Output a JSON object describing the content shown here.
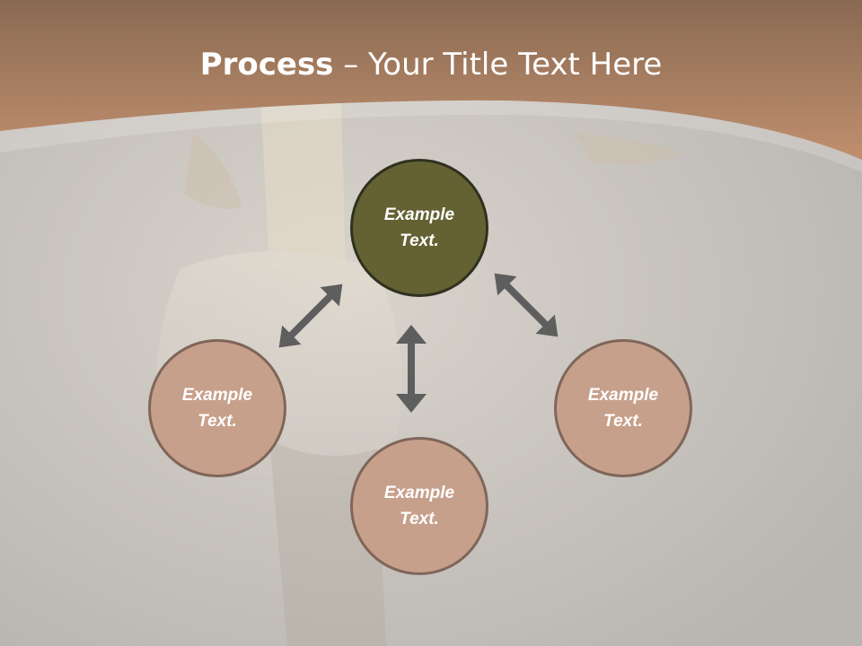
{
  "title": {
    "bold": "Process",
    "rest": " – Your Title Text Here"
  },
  "nodes": {
    "center": {
      "label": "Example Text.",
      "color": "#646232"
    },
    "left": {
      "label": "Example Text.",
      "color": "#c7a08b"
    },
    "bottom": {
      "label": "Example Text.",
      "color": "#c7a08b"
    },
    "right": {
      "label": "Example Text.",
      "color": "#c7a08b"
    }
  },
  "colors": {
    "header_top": "#8a6a52",
    "header_bottom": "#bd8d6c",
    "background": "#c5c2be",
    "arrow": "#5e5e5e"
  }
}
